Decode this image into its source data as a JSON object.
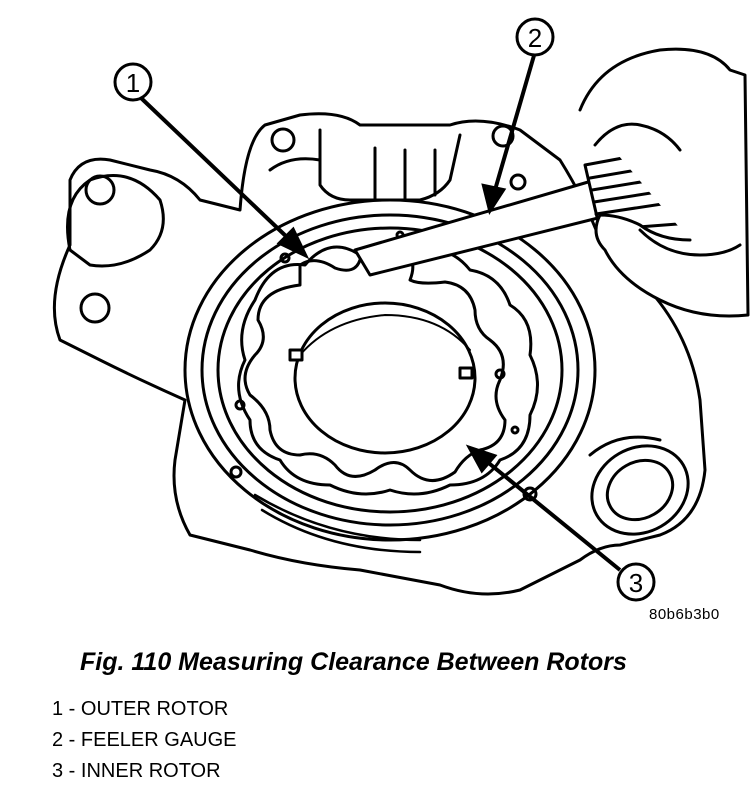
{
  "figure": {
    "caption": "Fig. 110 Measuring Clearance Between Rotors",
    "code": "80b6b3b0"
  },
  "callouts": [
    "1",
    "2",
    "3"
  ],
  "legend": [
    {
      "number": "1",
      "separator": " - ",
      "label": "OUTER ROTOR"
    },
    {
      "number": "2",
      "separator": " - ",
      "label": "FEELER GAUGE"
    },
    {
      "number": "3",
      "separator": " - ",
      "label": "INNER ROTOR"
    }
  ]
}
